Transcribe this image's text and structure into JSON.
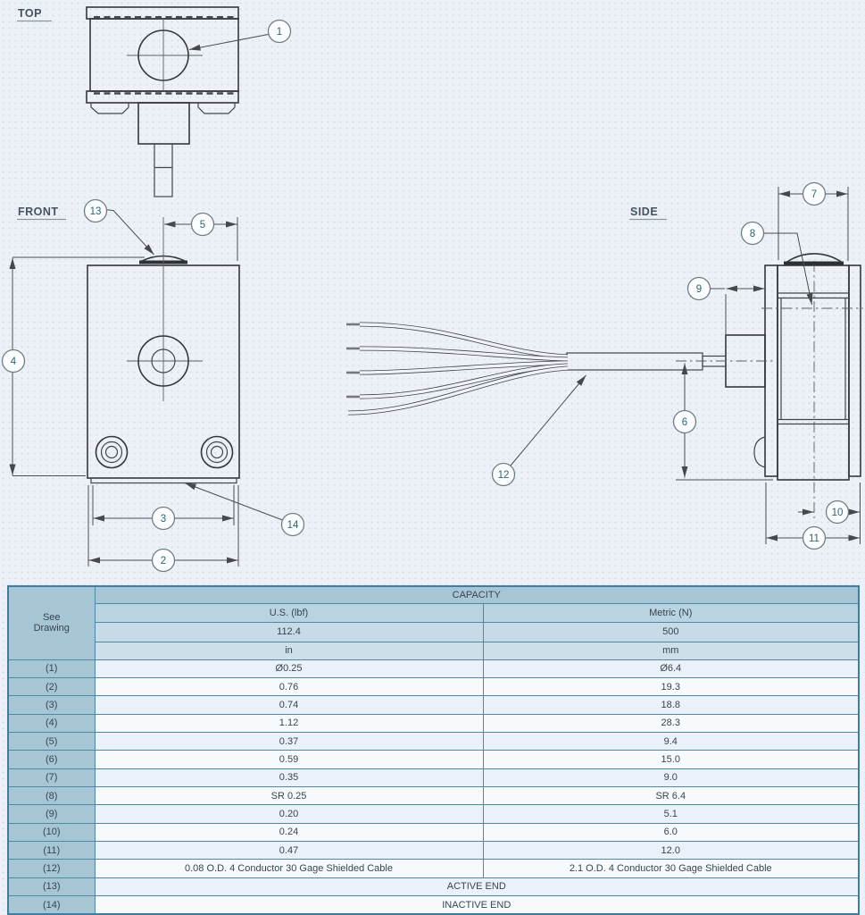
{
  "drawing": {
    "top_label": "TOP",
    "front_label": "FRONT",
    "side_label": "SIDE",
    "balloons": [
      "1",
      "2",
      "3",
      "4",
      "5",
      "6",
      "7",
      "8",
      "9",
      "10",
      "11",
      "12",
      "13",
      "14"
    ]
  },
  "table": {
    "capacity_header": "CAPACITY",
    "see_line1": "See",
    "see_line2": "Drawing",
    "us_header": "U.S. (lbf)",
    "metric_header": "Metric (N)",
    "capacity_us": "112.4",
    "capacity_metric": "500",
    "unit_us": "in",
    "unit_metric": "mm",
    "rows": [
      {
        "label": "(1)",
        "us": "Ø0.25",
        "metric": "Ø6.4"
      },
      {
        "label": "(2)",
        "us": "0.76",
        "metric": "19.3"
      },
      {
        "label": "(3)",
        "us": "0.74",
        "metric": "18.8"
      },
      {
        "label": "(4)",
        "us": "1.12",
        "metric": "28.3"
      },
      {
        "label": "(5)",
        "us": "0.37",
        "metric": "9.4"
      },
      {
        "label": "(6)",
        "us": "0.59",
        "metric": "15.0"
      },
      {
        "label": "(7)",
        "us": "0.35",
        "metric": "9.0"
      },
      {
        "label": "(8)",
        "us": "SR 0.25",
        "metric": "SR 6.4"
      },
      {
        "label": "(9)",
        "us": "0.20",
        "metric": "5.1"
      },
      {
        "label": "(10)",
        "us": "0.24",
        "metric": "6.0"
      },
      {
        "label": "(11)",
        "us": "0.47",
        "metric": "12.0"
      },
      {
        "label": "(12)",
        "us": "0.08 O.D. 4 Conductor 30 Gage Shielded Cable",
        "metric": "2.1 O.D. 4 Conductor 30 Gage Shielded Cable"
      },
      {
        "label": "(13)",
        "span": "ACTIVE END"
      },
      {
        "label": "(14)",
        "span": "INACTIVE END"
      }
    ],
    "colors": {
      "background": "#edf1f7",
      "table_border": "#4f88a5",
      "header_bg": "#a6c6d6",
      "row_bg": "#f7fafc",
      "row_alt_bg": "#ebf1f8",
      "line_color": "#34383b",
      "balloon_text": "#2d6476"
    }
  }
}
